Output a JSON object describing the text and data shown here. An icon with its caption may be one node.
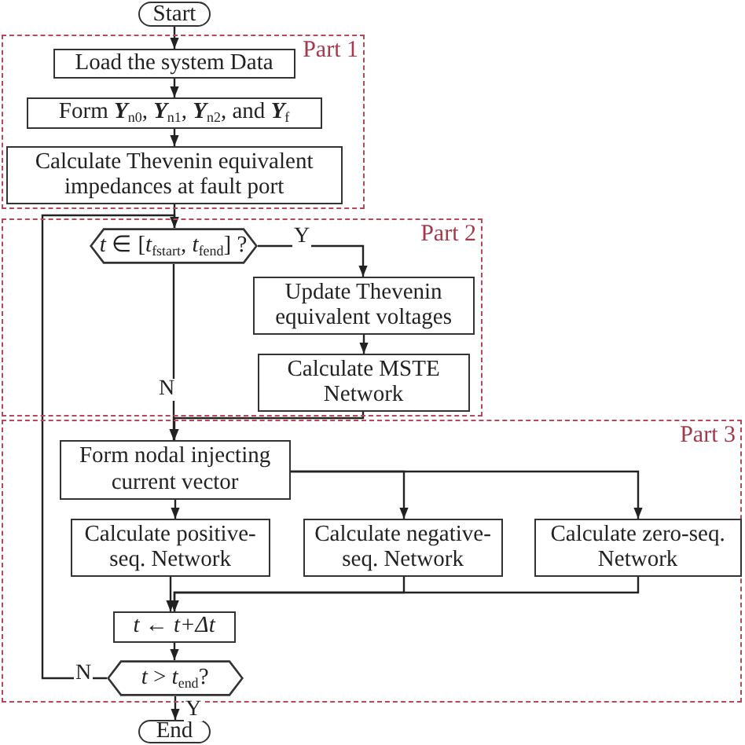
{
  "diagram": {
    "nodes": [
      {
        "text": [
          "Part 1"
        ]
      },
      {
        "text": [
          "Start"
        ]
      },
      {
        "text": [
          "Load the system Data"
        ],
        "in": 0
      },
      {
        "text": [
          "Form **Y**$_{n0}$, **Y**$_{n1}$, **Y**$_{n2}$, and **Y**$_{f}$"
        ],
        "in": 0
      },
      {
        "text": [
          "Calculate Thevenin equivalent impedances at fault port"
        ],
        "in": 0
      },
      {
        "text": [
          "Part 2"
        ]
      },
      {
        "text": [
          "*t* ∈ [*t*$_{fstart}$, *t*$_{fend}$] ?"
        ],
        "in": 5
      },
      {
        "text": [
          "Update Thevenin equivalent voltages"
        ],
        "in": 5
      },
      {
        "text": [
          "Calculate MSTE Network"
        ],
        "in": 5
      },
      {
        "text": [
          "Part 3"
        ]
      },
      {
        "text": [
          "Form nodal injecting current vector"
        ],
        "in": 9
      },
      {
        "text": [
          "Calculate positive-seq. Network"
        ],
        "in": 9
      },
      {
        "text": [
          "Calculate negative-seq. Network"
        ],
        "in": 9
      },
      {
        "text": [
          "Calculate zero-seq. Network"
        ],
        "in": 9
      },
      {
        "text": [
          "t ← t+Δt"
        ],
        "in": 9
      },
      {
        "text": [
          "*t* > *t*$_{end}$?"
        ],
        "in": 9
      },
      {
        "text": [
          "End"
        ]
      }
    ],
    "edges": [
      {
        "from": 1,
        "to": 2,
        "arrow": "to"
      },
      {
        "from": 2,
        "to": 3,
        "arrow": "to"
      },
      {
        "from": 3,
        "to": 4,
        "arrow": "to"
      },
      {
        "from": 4,
        "to": 6,
        "arrow": "to"
      },
      {
        "from": 6,
        "to": 7,
        "arrow": "to",
        "label": "Y"
      },
      {
        "from": 7,
        "to": 8,
        "arrow": "to"
      },
      {
        "from": 6,
        "to": 10,
        "arrow": "to",
        "label": "N"
      },
      {
        "from": 8,
        "to": 10,
        "arrow": "to"
      },
      {
        "from": 10,
        "to": 11,
        "arrow": "to"
      },
      {
        "from": 10,
        "to": 12,
        "arrow": "to"
      },
      {
        "from": 10,
        "to": 13,
        "arrow": "to"
      },
      {
        "from": 11,
        "to": 14,
        "arrow": "to"
      },
      {
        "from": 12,
        "to": 14,
        "arrow": "to"
      },
      {
        "from": 13,
        "to": 14,
        "arrow": "to"
      },
      {
        "from": 14,
        "to": 15,
        "arrow": "to"
      },
      {
        "from": 15,
        "to": 6,
        "arrow": "to",
        "label": "N"
      },
      {
        "from": 15,
        "to": 16,
        "arrow": "to",
        "label": "Y"
      }
    ]
  }
}
